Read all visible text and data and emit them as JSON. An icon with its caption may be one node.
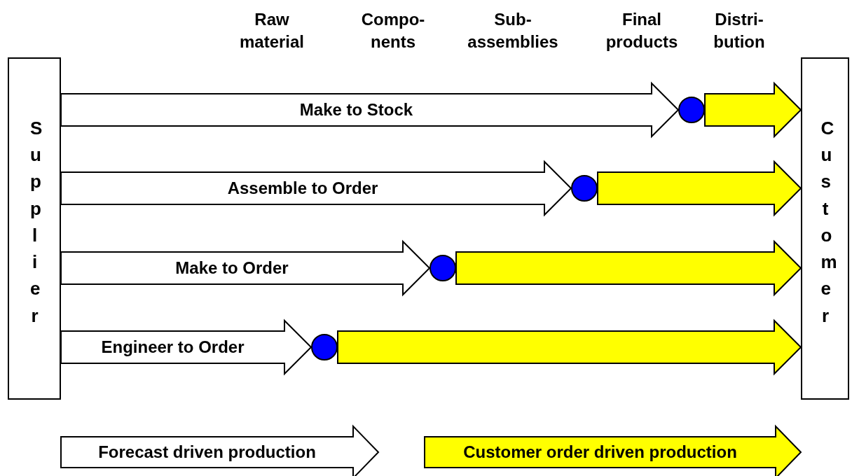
{
  "diagram": {
    "nodes": [
      {
        "text": [
          "Supplier"
        ]
      },
      {
        "text": [
          "Customer"
        ]
      },
      {
        "text": [],
        "shape": "circle"
      },
      {
        "text": [],
        "shape": "circle"
      },
      {
        "text": [],
        "shape": "circle"
      },
      {
        "text": [],
        "shape": "circle"
      }
    ],
    "edges": [
      {
        "from": 0,
        "to": 2,
        "arrow": "to",
        "label": "Make to Stock",
        "style": "thick"
      },
      {
        "from": 2,
        "to": 1,
        "arrow": "to",
        "style": "thick",
        "color": "#ffff00"
      },
      {
        "from": 0,
        "to": 3,
        "arrow": "to",
        "label": "Assemble to Order",
        "style": "thick"
      },
      {
        "from": 3,
        "to": 1,
        "arrow": "to",
        "style": "thick",
        "color": "#ffff00"
      },
      {
        "from": 0,
        "to": 4,
        "arrow": "to",
        "label": "Make to Order",
        "style": "thick"
      },
      {
        "from": 4,
        "to": 1,
        "arrow": "to",
        "style": "thick",
        "color": "#ffff00"
      },
      {
        "from": 0,
        "to": 5,
        "arrow": "to",
        "label": "Engineer to Order",
        "style": "thick"
      },
      {
        "from": 5,
        "to": 1,
        "arrow": "to",
        "style": "thick",
        "color": "#ffff00"
      }
    ],
    "labels": [
      "Raw material",
      "Compo- nents",
      "Sub- assemblies",
      "Final products",
      "Distri- bution"
    ],
    "legend": [
      {
        "text": "Forecast driven production",
        "color": "#ffffff"
      },
      {
        "text": "Customer order driven production",
        "color": "#ffff00"
      }
    ]
  }
}
